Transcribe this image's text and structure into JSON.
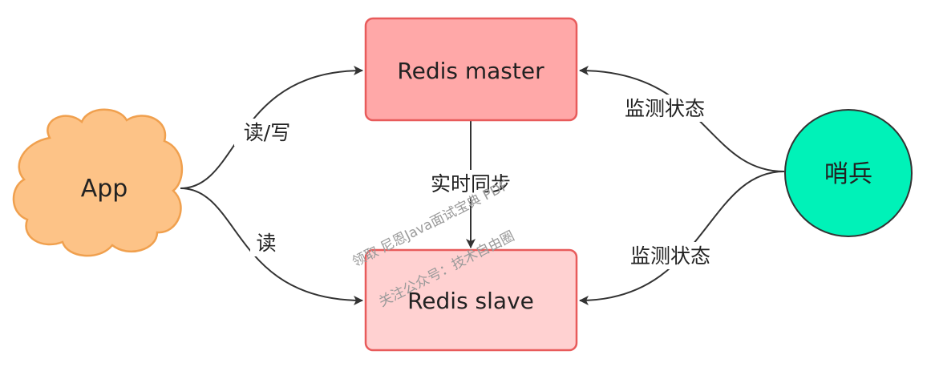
{
  "nodes": {
    "master": {
      "label": "Redis master",
      "fill": "#ffa8a8",
      "stroke": "#e85b5b"
    },
    "slave": {
      "label": "Redis slave",
      "fill": "#ffd1d1",
      "stroke": "#e85b5b"
    },
    "app": {
      "label": "App",
      "fill": "#fdc387",
      "stroke": "#f0a04e"
    },
    "sentinel": {
      "label": "哨兵",
      "fill": "#00f2b8",
      "stroke": "#333333"
    }
  },
  "edges": {
    "app_to_master": "读/写",
    "app_to_slave": "读",
    "master_to_slave": "实时同步",
    "sentinel_to_master": "监测状态",
    "sentinel_to_slave": "监测状态"
  },
  "watermark": {
    "line1": "领取 尼恩Java面试宝典 PDF",
    "line2": "关注公众号：技术自由圈"
  },
  "colors": {
    "edge": "#333333"
  }
}
